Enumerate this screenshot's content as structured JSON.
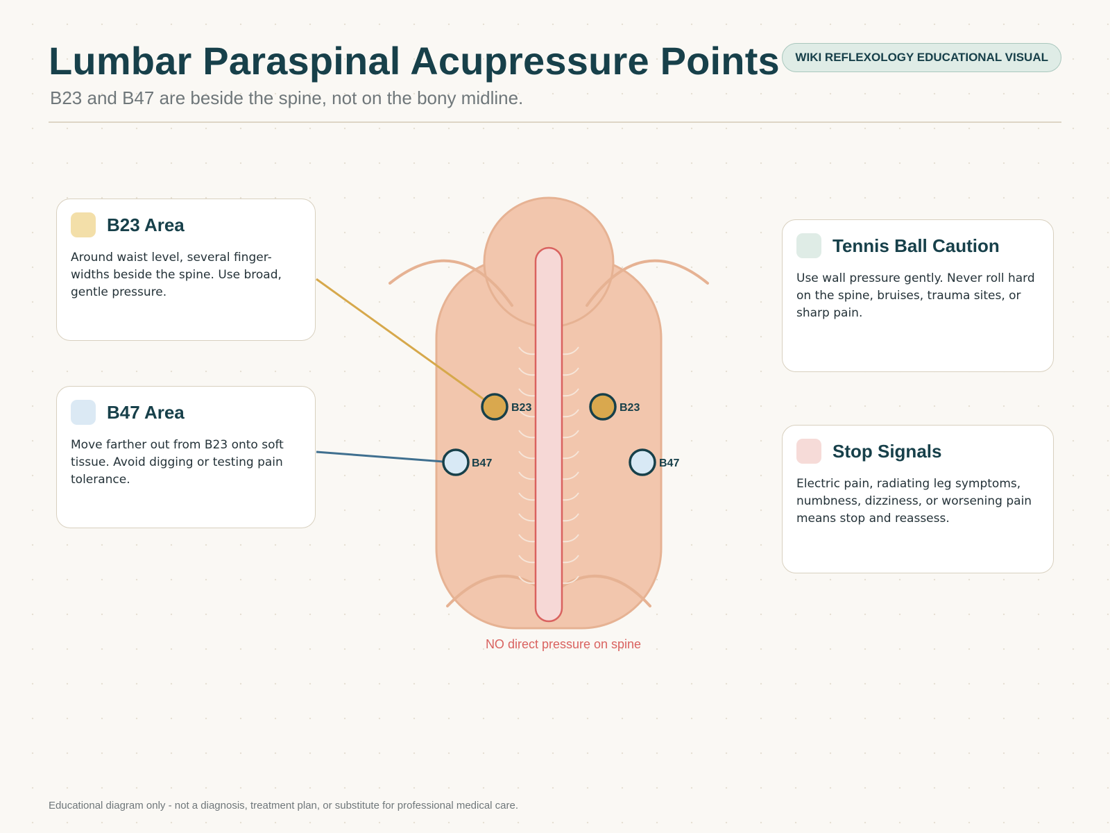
{
  "header": {
    "title": "Lumbar Paraspinal Acupressure Points",
    "subtitle": "B23 and B47 are beside the spine, not on the bony midline.",
    "badge": "WIKI REFLEXOLOGY EDUCATIONAL VISUAL"
  },
  "cards": {
    "b23": {
      "title": "B23 Area",
      "body": "Around waist level, several finger-widths beside the spine. Use broad, gentle pressure.",
      "swatch_color": "#f3dfa9"
    },
    "b47": {
      "title": "B47 Area",
      "body": "Move farther out from B23 onto soft tissue. Avoid digging or testing pain tolerance.",
      "swatch_color": "#dbe9f4"
    },
    "tennis": {
      "title": "Tennis Ball Caution",
      "body": "Use wall pressure gently. Never roll hard on the spine, bruises, trauma sites, or sharp pain.",
      "swatch_color": "#dfece6"
    },
    "stop": {
      "title": "Stop Signals",
      "body": "Electric pain, radiating leg symptoms, numbness, dizziness, or worsening pain means stop and reassess.",
      "swatch_color": "#f6dbd8"
    }
  },
  "diagram": {
    "points": {
      "b23_label": "B23",
      "b47_label": "B47",
      "b23_color": "#d9a84e",
      "b47_color": "#d8e9f5"
    },
    "spine_warning": "NO direct pressure on spine",
    "colors": {
      "skin": "#f2c6ad",
      "skin_outline": "#e6b293",
      "spine_fill": "#f6d8d6",
      "spine_outline": "#d9625f",
      "b23_leader": "#d6a84b",
      "b47_leader": "#3f6f8f",
      "point_outline": "#17404a"
    }
  },
  "footer": {
    "disclaimer": "Educational diagram only - not a diagnosis, treatment plan, or substitute for professional medical care."
  }
}
